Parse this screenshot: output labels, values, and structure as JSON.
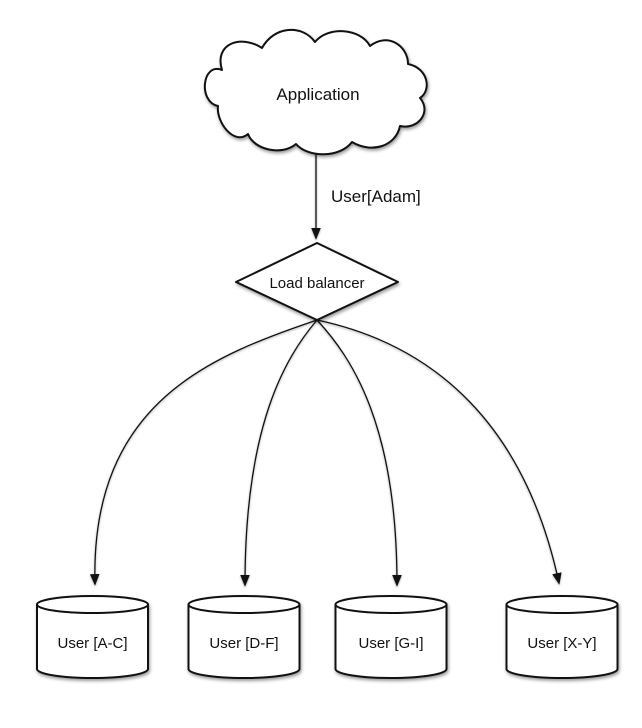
{
  "diagram": {
    "application": {
      "label": "Application"
    },
    "request": {
      "label": "User[Adam]"
    },
    "load_balancer": {
      "label": "Load balancer"
    },
    "shards": [
      {
        "label": "User [A-C]"
      },
      {
        "label": "User [D-F]"
      },
      {
        "label": "User [G-I]"
      },
      {
        "label": "User [X-Y]"
      }
    ],
    "colors": {
      "stroke": "#111111",
      "fill": "#ffffff",
      "background": "#ffffff",
      "text": "#111111"
    }
  }
}
